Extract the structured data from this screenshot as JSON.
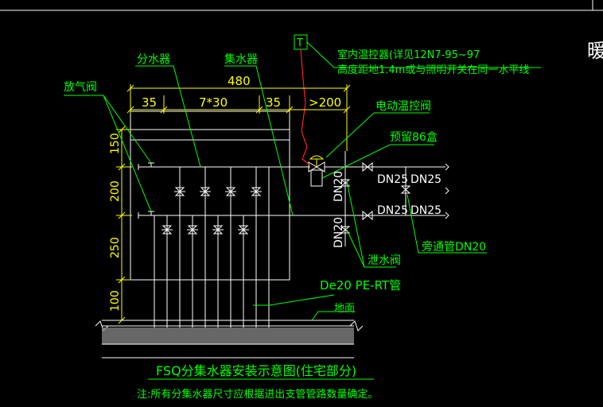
{
  "labels": {
    "thermostat_symbol": "T",
    "thermostat_line1": "室内温控器(详见12N7-95~97",
    "thermostat_line2": "高度距地1.4m或与照明开关在同一水平线",
    "header_partial": "暖",
    "manifold_supply": "分水器",
    "manifold_return": "集水器",
    "air_vent": "放气阀",
    "dim_total": "480",
    "dim_35_left": "35",
    "dim_7x30": "7*30",
    "dim_35_right": "35",
    "dim_200": ">200",
    "electric_valve": "电动温控阀",
    "reserved_box": "预留86盒",
    "dn25_upper_1": "DN25",
    "dn25_upper_2": "DN25",
    "dn25_lower_1": "DN25",
    "dn25_lower_2": "DN25",
    "dn20_upper": "DN20",
    "dn20_lower": "DN20",
    "bypass": "旁通管DN20",
    "drain_valve": "泄水阀",
    "pipe_spec": "De20 PE-RT管",
    "ground": "地面",
    "vdim_150": "150",
    "vdim_200": "200",
    "vdim_250": "250",
    "vdim_100": "100",
    "title": "FSQ分集水器安装示意图(住宅部分)",
    "note": "注:所有分集水器尺寸应根据进出支管管路数量确定。"
  },
  "colors": {
    "background": "#000000",
    "geometry": "#ffffff",
    "annotation": "#00ff00",
    "dimension": "#ffff00",
    "wire": "#ff2020"
  }
}
